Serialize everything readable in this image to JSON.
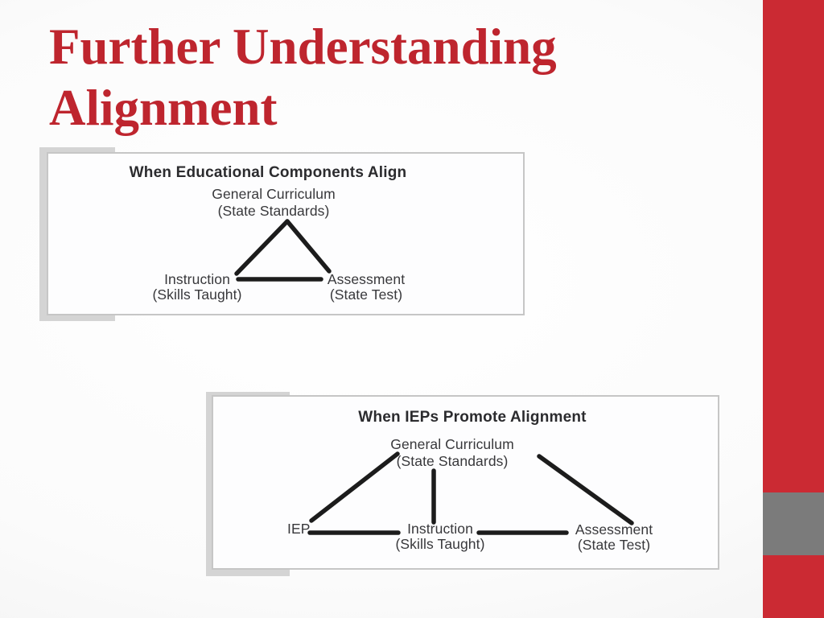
{
  "slide": {
    "title": {
      "line1": "Further Understanding",
      "line2": "Alignment"
    },
    "colors": {
      "title_red": "#be252e",
      "band_red": "#cb2a33",
      "band_gray_block": "#7b7b7b",
      "figure_border": "#c6c6c6",
      "figure_shadow": "#d4d4d4",
      "diagram_ink": "#1c1c1c"
    }
  },
  "figure1": {
    "title": "When Educational Components Align",
    "nodes": {
      "top": {
        "line1": "General Curriculum",
        "line2": "(State Standards)"
      },
      "bottom_left": {
        "line1": "Instruction",
        "line2": "(Skills Taught)"
      },
      "bottom_right": {
        "line1": "Assessment",
        "line2": "(State Test)"
      }
    },
    "edges": [
      "General Curriculum — Instruction",
      "General Curriculum — Assessment",
      "Instruction — Assessment"
    ]
  },
  "figure2": {
    "title": "When IEPs Promote Alignment",
    "nodes": {
      "top": {
        "line1": "General Curriculum",
        "line2": "(State Standards)"
      },
      "bottom_left": {
        "label": "IEP"
      },
      "bottom_middle": {
        "line1": "Instruction",
        "line2": "(Skills Taught)"
      },
      "bottom_right": {
        "line1": "Assessment",
        "line2": "(State Test)"
      }
    },
    "edges": [
      "IEP — General Curriculum",
      "General Curriculum — Instruction",
      "General Curriculum — Assessment",
      "IEP — Instruction",
      "Instruction — Assessment"
    ]
  }
}
